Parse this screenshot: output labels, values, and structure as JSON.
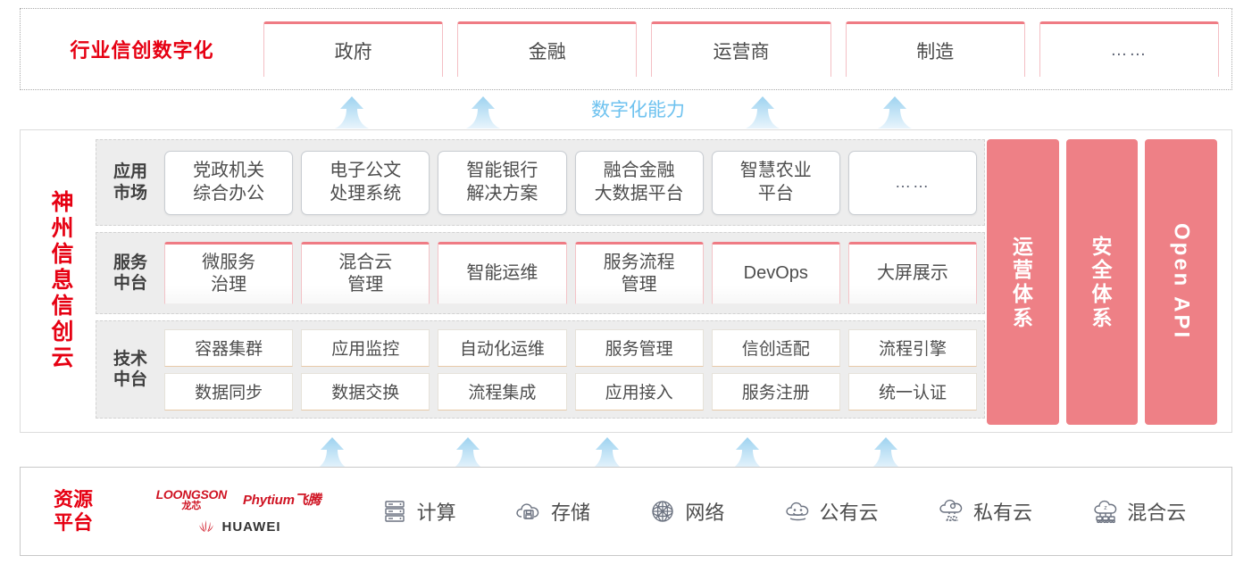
{
  "industry": {
    "title": "行业信创数字化",
    "cards": [
      {
        "label": "政府"
      },
      {
        "label": "金融"
      },
      {
        "label": "运营商"
      },
      {
        "label": "制造"
      },
      {
        "label": "……"
      }
    ]
  },
  "connector_top": {
    "capability_label": "数字化能力",
    "arrow_icon": "up-arrow-icon",
    "arrow_count": 4
  },
  "cloud": {
    "title_chars": [
      "神",
      "州",
      "信",
      "息",
      "信",
      "创",
      "云"
    ],
    "title_text": "神州信息信创云",
    "layers": [
      {
        "key": "app-market",
        "label_lines": [
          "应用",
          "市场"
        ],
        "items": [
          {
            "lines": [
              "党政机关",
              "综合办公"
            ]
          },
          {
            "lines": [
              "电子公文",
              "处理系统"
            ]
          },
          {
            "lines": [
              "智能银行",
              "解决方案"
            ]
          },
          {
            "lines": [
              "融合金融",
              "大数据平台"
            ]
          },
          {
            "lines": [
              "智慧农业",
              "平台"
            ]
          },
          {
            "lines": [
              "……"
            ]
          }
        ]
      },
      {
        "key": "service-platform",
        "label_lines": [
          "服务",
          "中台"
        ],
        "items": [
          {
            "lines": [
              "微服务",
              "治理"
            ]
          },
          {
            "lines": [
              "混合云",
              "管理"
            ]
          },
          {
            "lines": [
              "智能运维"
            ]
          },
          {
            "lines": [
              "服务流程",
              "管理"
            ]
          },
          {
            "lines": [
              "DevOps"
            ]
          },
          {
            "lines": [
              "大屏展示"
            ]
          }
        ]
      },
      {
        "key": "tech-platform",
        "label_lines": [
          "技术",
          "中台"
        ],
        "rows": [
          [
            "容器集群",
            "应用监控",
            "自动化运维",
            "服务管理",
            "信创适配",
            "流程引擎"
          ],
          [
            "数据同步",
            "数据交换",
            "流程集成",
            "应用接入",
            "服务注册",
            "统一认证"
          ]
        ]
      }
    ],
    "pillars": [
      {
        "type": "cn",
        "chars": [
          "运",
          "营",
          "体",
          "系"
        ],
        "text": "运营体系"
      },
      {
        "type": "cn",
        "chars": [
          "安",
          "全",
          "体",
          "系"
        ],
        "text": "安全体系"
      },
      {
        "type": "en",
        "text": "Open API"
      }
    ],
    "pillar_color": "#ee8086"
  },
  "connector_bottom": {
    "arrow_icon": "up-arrow-icon",
    "arrow_count": 5
  },
  "resource": {
    "title_lines": [
      "资源",
      "平台"
    ],
    "vendors": [
      {
        "name": "LOONGSON",
        "sub": "龙芯",
        "icon": "loongson-logo"
      },
      {
        "name": "Phytium飞腾",
        "icon": "phytium-logo"
      },
      {
        "name": "HUAWEI",
        "icon": "huawei-logo"
      }
    ],
    "items": [
      {
        "label": "计算",
        "icon": "server-icon"
      },
      {
        "label": "存储",
        "icon": "cloud-storage-icon"
      },
      {
        "label": "网络",
        "icon": "network-icon"
      },
      {
        "label": "公有云",
        "icon": "public-cloud-icon"
      },
      {
        "label": "私有云",
        "icon": "private-cloud-icon"
      },
      {
        "label": "混合云",
        "icon": "hybrid-cloud-icon"
      }
    ]
  },
  "colors": {
    "brand_red": "#e60012",
    "accent_pink": "#ee8086",
    "card_top_border": "#ef7b84",
    "arrow_blue": "#a8d8f0",
    "capability_text": "#6ec2ef",
    "row_bg": "#ededed"
  }
}
